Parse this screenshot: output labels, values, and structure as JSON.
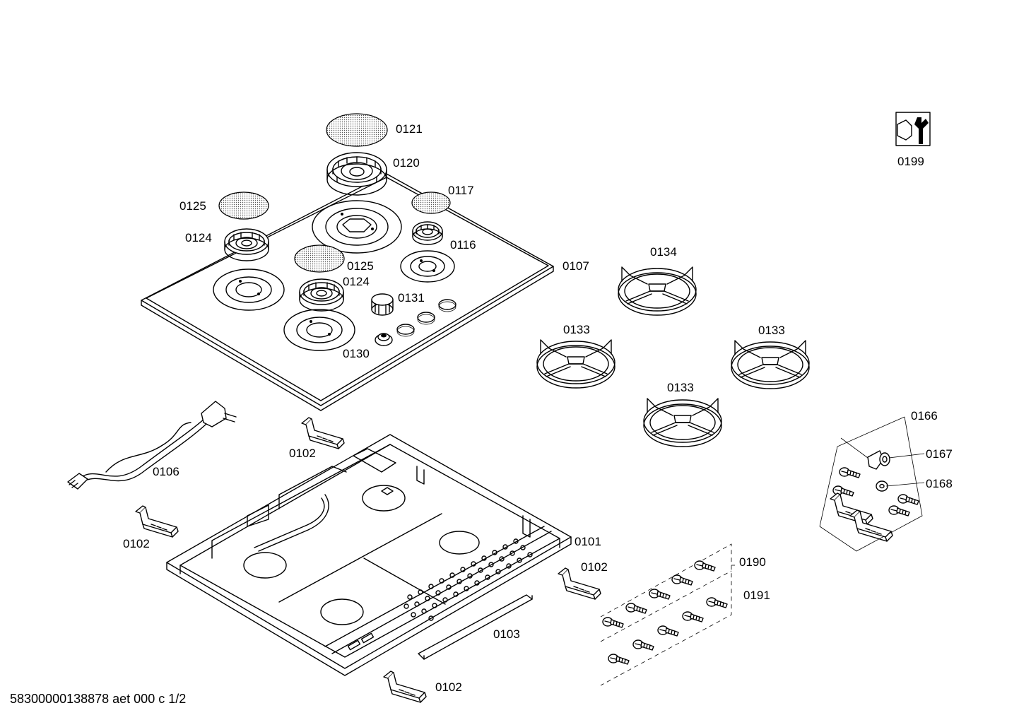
{
  "diagram": {
    "labels": {
      "p0121": "0121",
      "p0120": "0120",
      "p0117": "0117",
      "p0125a": "0125",
      "p0124a": "0124",
      "p0116": "0116",
      "p0125b": "0125",
      "p0124b": "0124",
      "p0107": "0107",
      "p0134": "0134",
      "p0131": "0131",
      "p0130": "0130",
      "p0133a": "0133",
      "p0133b": "0133",
      "p0133c": "0133",
      "p0199": "0199",
      "p0166": "0166",
      "p0167": "0167",
      "p0168": "0168",
      "p0102a": "0102",
      "p0106": "0106",
      "p0102b": "0102",
      "p0101": "0101",
      "p0102c": "0102",
      "p0190": "0190",
      "p0191": "0191",
      "p0103": "0103",
      "p0102d": "0102"
    },
    "footer": "58300000138878 aet 000 c 1/2"
  }
}
